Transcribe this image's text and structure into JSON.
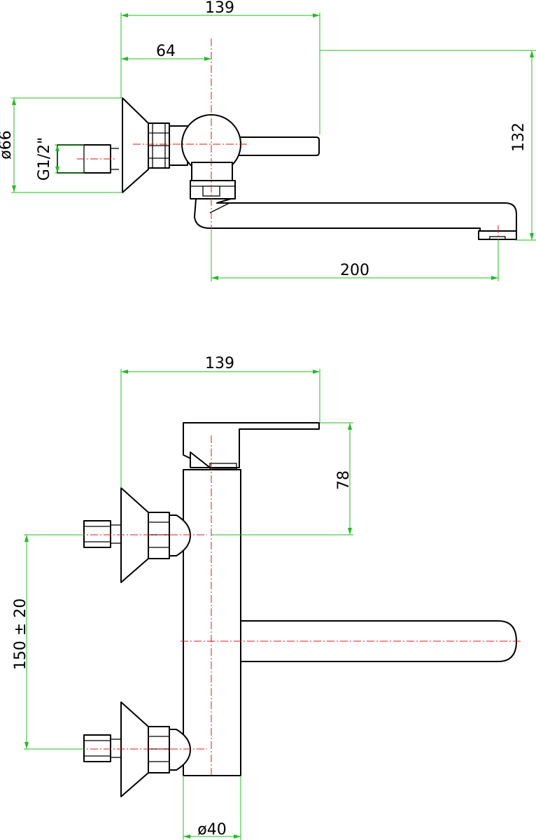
{
  "colors": {
    "object_line": "#000000",
    "dimension_line": "#1fbf1f",
    "center_line": "#e01515",
    "background": "#ffffff"
  },
  "side_view": {
    "dim_width_top": "139",
    "dim_offset_axis": "64",
    "dim_height_right": "132",
    "dim_spout_reach": "200",
    "dim_flange_diameter": "ø66",
    "dim_thread": "G1/2\""
  },
  "front_view": {
    "dim_width_top": "139",
    "dim_lever_height": "78",
    "dim_inlet_spacing": "150 ± 20",
    "dim_body_diameter": "ø40"
  }
}
